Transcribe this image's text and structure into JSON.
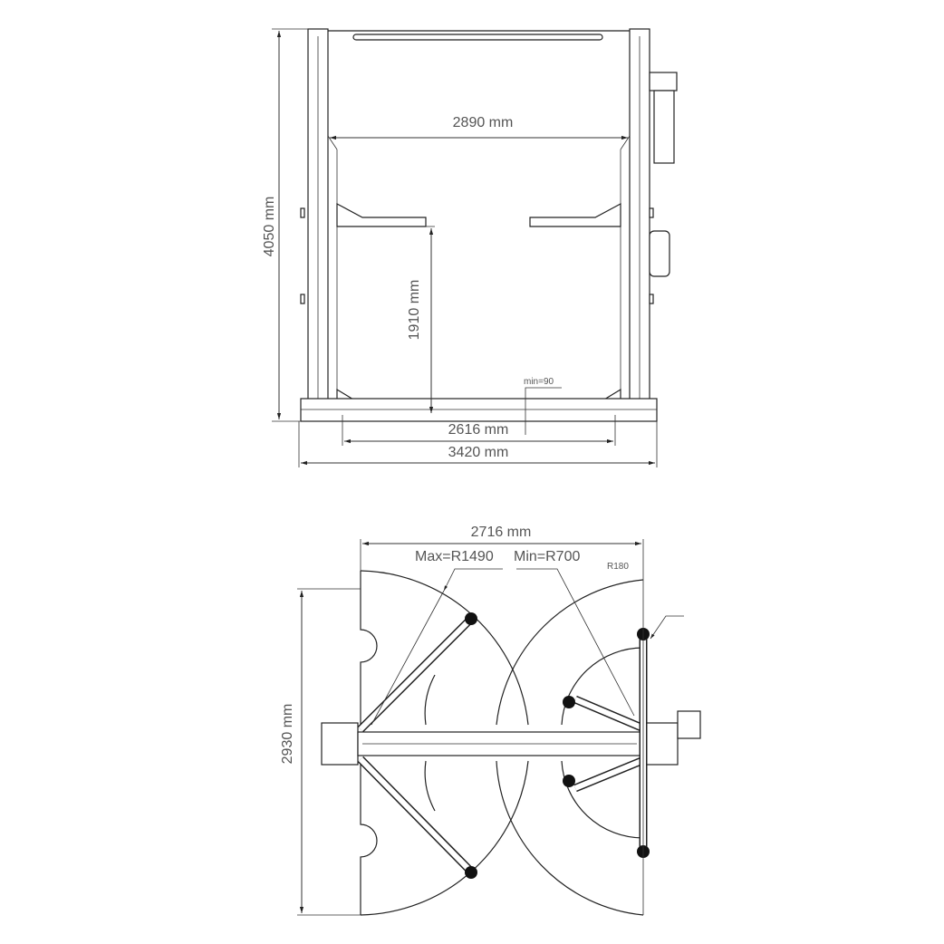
{
  "front_view": {
    "height_label": "4050 mm",
    "inner_width_label": "2890 mm",
    "arm_height_label": "1910 mm",
    "min_height_label": "min=90",
    "arm_span_label": "2616 mm",
    "base_width_label": "3420 mm"
  },
  "top_view": {
    "width_label": "2716 mm",
    "max_radius_label": "Max=R1490",
    "min_radius_label": "Min=R700",
    "pad_radius_label": "R180",
    "depth_label": "2930 mm"
  },
  "colors": {
    "line": "#222222",
    "text": "#555555"
  }
}
